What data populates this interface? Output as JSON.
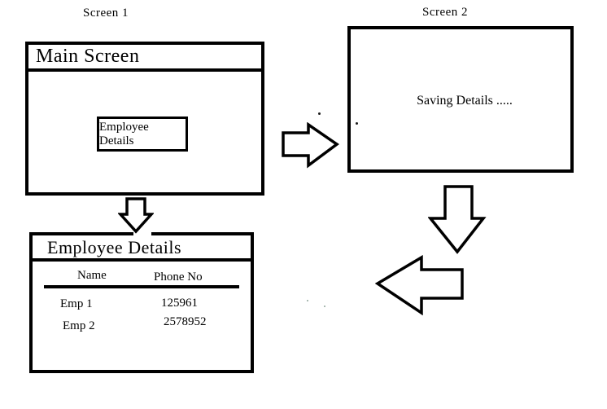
{
  "page": {
    "background": "#ffffff",
    "ink": "#000000"
  },
  "screen1": {
    "label": "Screen 1",
    "window_title": "Main Screen",
    "button_label": "Employee Details"
  },
  "screen2": {
    "label": "Screen 2",
    "content": "Saving Details ....."
  },
  "employee_details_window": {
    "title": "Employee Details",
    "table": {
      "headers": [
        "Name",
        "Phone No"
      ],
      "rows": [
        {
          "name": "Emp 1",
          "phone": "125961"
        },
        {
          "name": "Emp 2",
          "phone": "2578952"
        }
      ]
    }
  }
}
